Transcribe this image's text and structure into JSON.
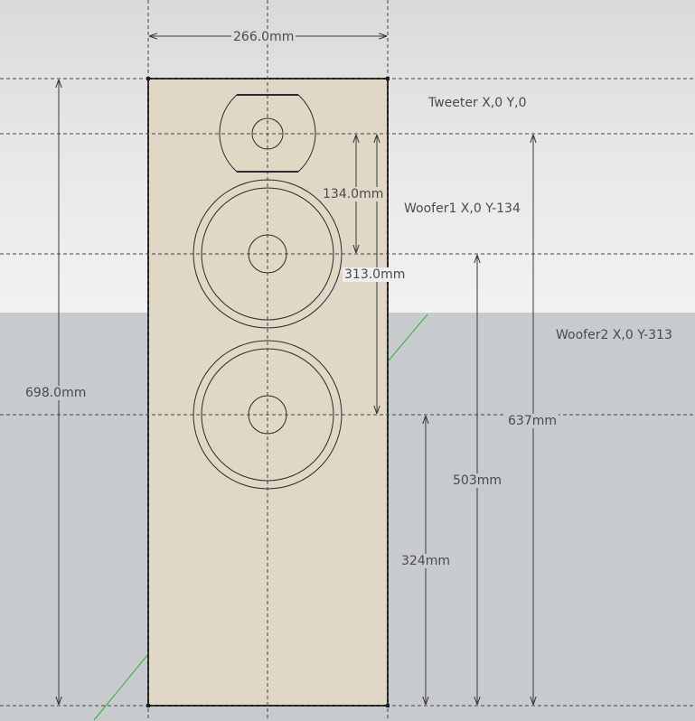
{
  "dimensions": {
    "width": "266.0mm",
    "height": "698.0mm",
    "tweeter_to_woofer1": "134.0mm",
    "tweeter_to_woofer2": "313.0mm",
    "woofer2_from_bottom": "324mm",
    "woofer1_from_bottom": "503mm",
    "tweeter_from_bottom": "637mm"
  },
  "drivers": {
    "tweeter": "Tweeter X,0 Y,0",
    "woofer1": "Woofer1 X,0 Y-134",
    "woofer2": "Woofer2 X,0 Y-313"
  },
  "colors": {
    "panel_fill": "#e0d7c6",
    "sky": "#ededed",
    "ground": "#c8cbce",
    "line": "#2b2b2b",
    "axis_green": "#3aaa3a"
  }
}
